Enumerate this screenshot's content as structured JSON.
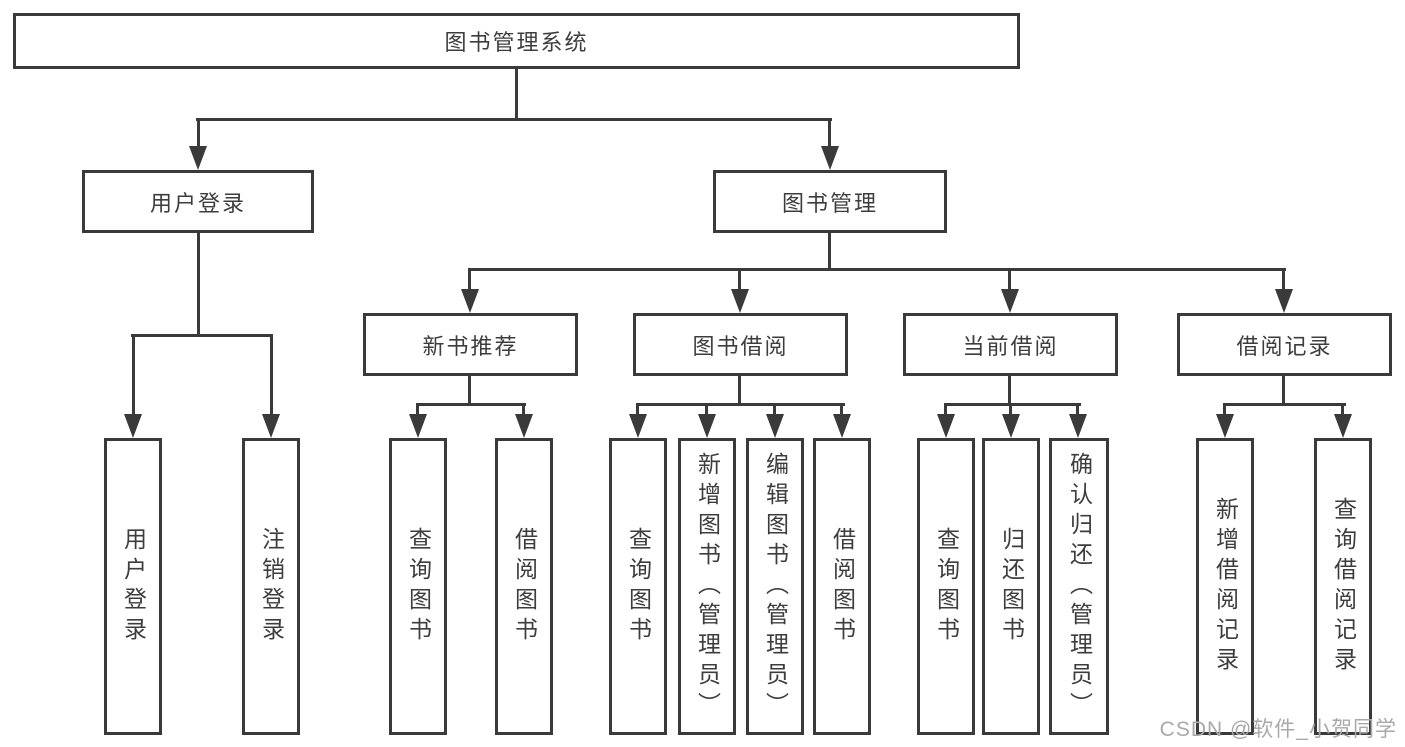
{
  "diagram_type": "hierarchy-tree",
  "colors": {
    "line": "#3a3a3a",
    "box_border": "#3a3a3a",
    "box_bg": "#ffffff",
    "text": "#3d3d3d",
    "watermark": "#a9a9a9",
    "background": "#ffffff"
  },
  "watermark": "CSDN @软件_小贺同学",
  "tree": {
    "label": "图书管理系统",
    "children": [
      {
        "label": "用户登录",
        "children": [
          {
            "label": "用户登录"
          },
          {
            "label": "注销登录"
          }
        ]
      },
      {
        "label": "图书管理",
        "children": [
          {
            "label": "新书推荐",
            "children": [
              {
                "label": "查询图书"
              },
              {
                "label": "借阅图书"
              }
            ]
          },
          {
            "label": "图书借阅",
            "children": [
              {
                "label": "查询图书"
              },
              {
                "label": "新增图书（管理员）"
              },
              {
                "label": "编辑图书（管理员）"
              },
              {
                "label": "借阅图书"
              }
            ]
          },
          {
            "label": "当前借阅",
            "children": [
              {
                "label": "查询图书"
              },
              {
                "label": "归还图书"
              },
              {
                "label": "确认归还（管理员）"
              }
            ]
          },
          {
            "label": "借阅记录",
            "children": [
              {
                "label": "新增借阅记录"
              },
              {
                "label": "查询借阅记录"
              }
            ]
          }
        ]
      }
    ]
  }
}
